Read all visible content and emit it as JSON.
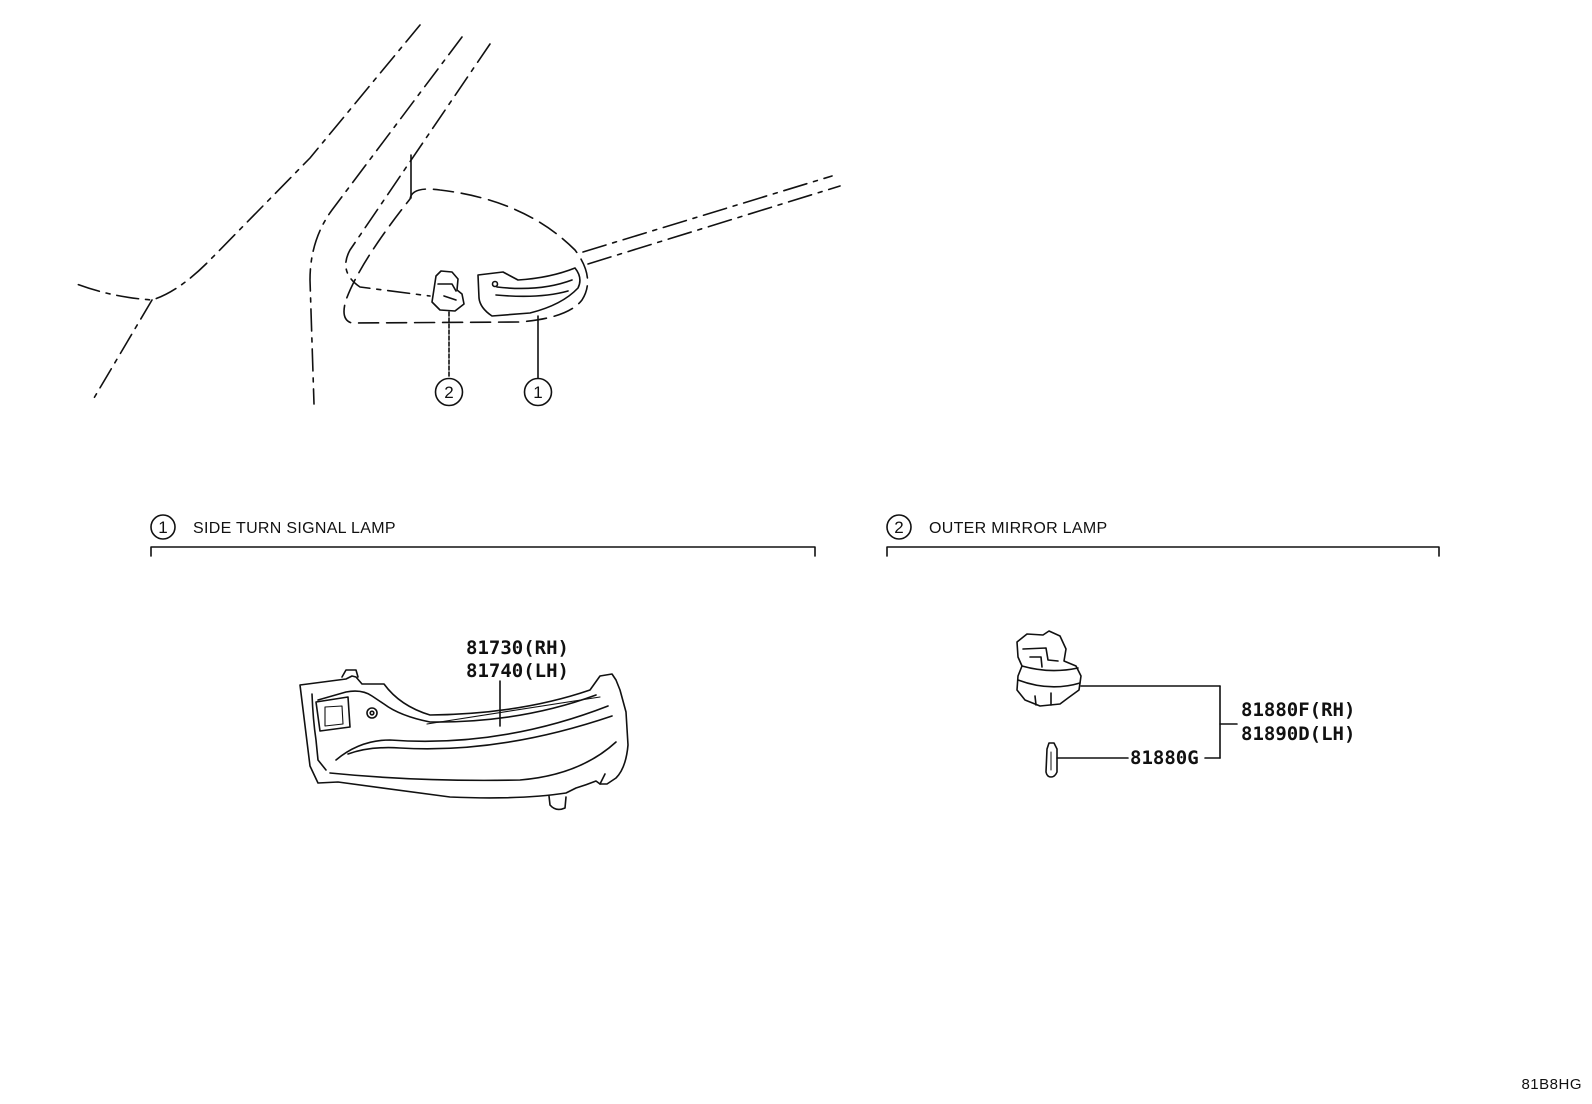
{
  "callouts": {
    "one": "1",
    "two": "2"
  },
  "sections": {
    "side_turn": {
      "number": "1",
      "title": "SIDE TURN SIGNAL LAMP"
    },
    "outer_mirror": {
      "number": "2",
      "title": "OUTER MIRROR LAMP"
    }
  },
  "parts": {
    "turn_lamp_rh": "81730(RH)",
    "turn_lamp_lh": "81740(LH)",
    "mirror_lamp_rh": "81880F(RH)",
    "mirror_lamp_lh": "81890D(LH)",
    "bulb": "81880G"
  },
  "figure_code": "81B8HG"
}
